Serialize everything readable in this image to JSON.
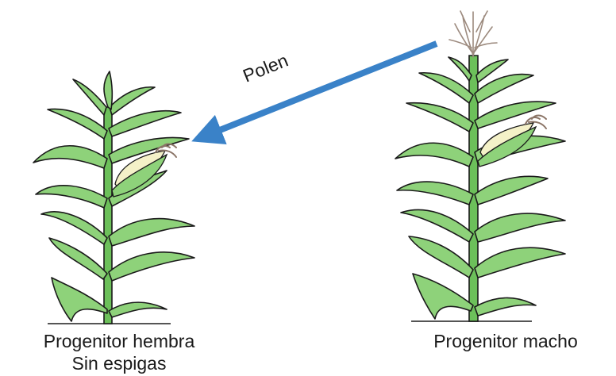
{
  "arrow": {
    "label": "Polen",
    "color": "#3a82c8"
  },
  "plants": {
    "female": {
      "label": "Progenitor hembra",
      "sublabel": "Sin espigas"
    },
    "male": {
      "label": "Progenitor macho"
    }
  },
  "colors": {
    "leaf": "#8ed27a",
    "outline": "#1a1a1a",
    "ear": "#f4f1c8",
    "silk": "#8a7466",
    "tassel": "#9c8a7e"
  }
}
